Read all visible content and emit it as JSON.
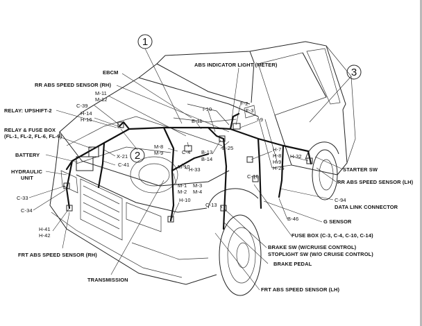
{
  "callouts": {
    "one": "1",
    "two": "2",
    "three": "3"
  },
  "labels": {
    "abs_indicator": "ABS INDICATOR LIGHT (METER)",
    "ebcm": "EBCM",
    "rr_abs_rh": "RR ABS SPEED SENSOR (RH)",
    "m11": "M-11",
    "m12": "M-12",
    "c39": "C-39",
    "relay_upshift": "RELAY: UPSHIFT-2",
    "h14": "H-14",
    "h16": "H-16",
    "relay_fuse_box": "RELAY & FUSE BOX",
    "relay_fuse_list": "(FL-1, FL-2, FL-6, FL-9)",
    "battery": "BATTERY",
    "hydraulic": "HYDRAULIC",
    "unit": "UNIT",
    "c33": "C-33",
    "c34": "C-34",
    "h41": "H-41",
    "h42": "H-42",
    "frt_abs_rh": "FRT ABS SPEED SENSOR (RH)",
    "transmission": "TRANSMISSION",
    "x21": "X-21",
    "c41": "C-41",
    "m8": "M-8",
    "m9": "M-9",
    "c4": "C-4",
    "i10": "I-10",
    "f2": "F-2",
    "f3": "F-3",
    "i9": "I-9",
    "b11": "B-11",
    "b25": "B-25",
    "b13": "B-13",
    "b14": "B-14",
    "h33": "H-33",
    "h7": "H-7",
    "h8": "H-8",
    "h9": "H-9",
    "h25": "H-25",
    "h32": "H-32",
    "m1": "M-1",
    "m2": "M-2",
    "m3": "M-3",
    "m4": "M-4",
    "m10": "M-10",
    "h10": "H-10",
    "c16": "C-16",
    "c13": "C-13",
    "starter_sw": "STARTER SW",
    "rr_abs_lh": "RR ABS SPEED SENSOR (LH)",
    "c94": "C-94",
    "dlc": "DATA LINK CONNECTOR",
    "b46": "B-46",
    "g_sensor": "G SENSOR",
    "fuse_box": "FUSE BOX (C-3, C-4, C-10, C-14)",
    "brake_sw": "BRAKE SW (W/CRUISE CONTROL)",
    "stoplight_sw": "STOPLIGHT SW (W/O CRUISE CONTROL)",
    "brake_pedal": "BRAKE PEDAL",
    "frt_abs_lh": "FRT ABS SPEED SENSOR (LH)"
  }
}
